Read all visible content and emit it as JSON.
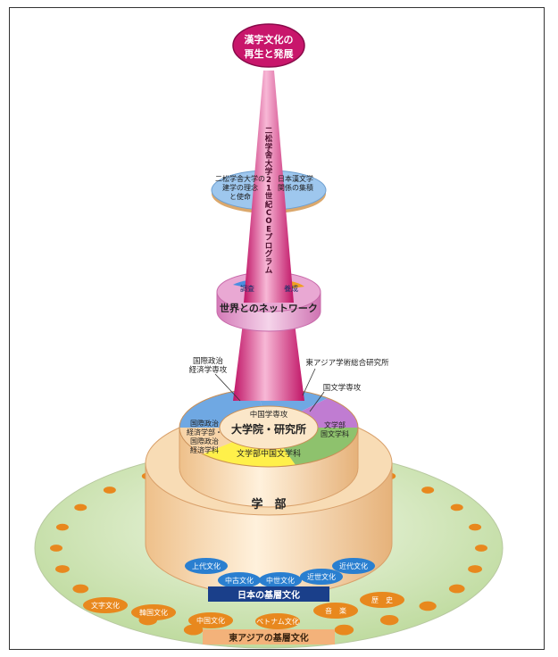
{
  "top_goal": {
    "line1": "漢字文化の",
    "line2": "再生と発展"
  },
  "spire_label": "二松学舎大学21世紀COEプログラム",
  "upper_disc": {
    "left": [
      "二松学舎大学の",
      "建学の理念",
      "と使命"
    ],
    "right": [
      "日本漢文学",
      "関係の集積"
    ]
  },
  "network_disc": {
    "left": "調査",
    "right": "養成",
    "label": "世界とのネットワーク"
  },
  "graduate_tier": {
    "left_label": [
      "国際政治",
      "経済学専攻"
    ],
    "right_label": "東アジア学術総合研究所",
    "right_label2": "国文学専攻",
    "center_top": "中国学専攻",
    "center": "大学院・研究所",
    "left_side": [
      "国際政治",
      "経済学部・",
      "国際政治",
      "経済学科"
    ],
    "right_side": [
      "文学部",
      "国文学科"
    ],
    "bottom": "文学部中国文学科"
  },
  "faculty_tier": {
    "label": "学　部"
  },
  "japan_culture": {
    "items": [
      "上代文化",
      "中古文化",
      "中世文化",
      "近世文化",
      "近代文化"
    ],
    "label": "日本の基層文化"
  },
  "asia_culture": {
    "items": [
      "文字文化",
      "韓国文化",
      "中国文化",
      "ベトナム文化",
      "音　楽",
      "歴　史"
    ],
    "label": "東アジアの基層文化"
  },
  "colors": {
    "pink": "#d81b75",
    "blue": "#2a7fd0",
    "orange": "#e8881e",
    "green": "#cfe4b5",
    "peach": "#f7d4a8",
    "navy": "#1a3f8a",
    "yellow": "#fff04a"
  }
}
